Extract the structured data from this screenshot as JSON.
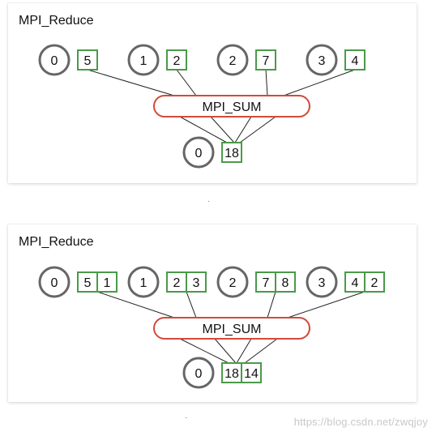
{
  "colors": {
    "rank_circle_stroke": "#666666",
    "value_box_stroke": "#4a9a4a",
    "op_pill_stroke": "#d24a3a",
    "connector_line": "#222222",
    "card_background": "#ffffff",
    "watermark": "#c8c8c8"
  },
  "diagrams": [
    {
      "title": "MPI_Reduce",
      "operation": "MPI_SUM",
      "processes": [
        {
          "rank": "0",
          "values": [
            "5"
          ]
        },
        {
          "rank": "1",
          "values": [
            "2"
          ]
        },
        {
          "rank": "2",
          "values": [
            "7"
          ]
        },
        {
          "rank": "3",
          "values": [
            "4"
          ]
        }
      ],
      "result": {
        "rank": "0",
        "values": [
          "18"
        ]
      }
    },
    {
      "title": "MPI_Reduce",
      "operation": "MPI_SUM",
      "processes": [
        {
          "rank": "0",
          "values": [
            "5",
            "1"
          ]
        },
        {
          "rank": "1",
          "values": [
            "2",
            "3"
          ]
        },
        {
          "rank": "2",
          "values": [
            "7",
            "8"
          ]
        },
        {
          "rank": "3",
          "values": [
            "4",
            "2"
          ]
        }
      ],
      "result": {
        "rank": "0",
        "values": [
          "18",
          "14"
        ]
      }
    }
  ],
  "watermark": "https://blog.csdn.net/zwqjoy"
}
